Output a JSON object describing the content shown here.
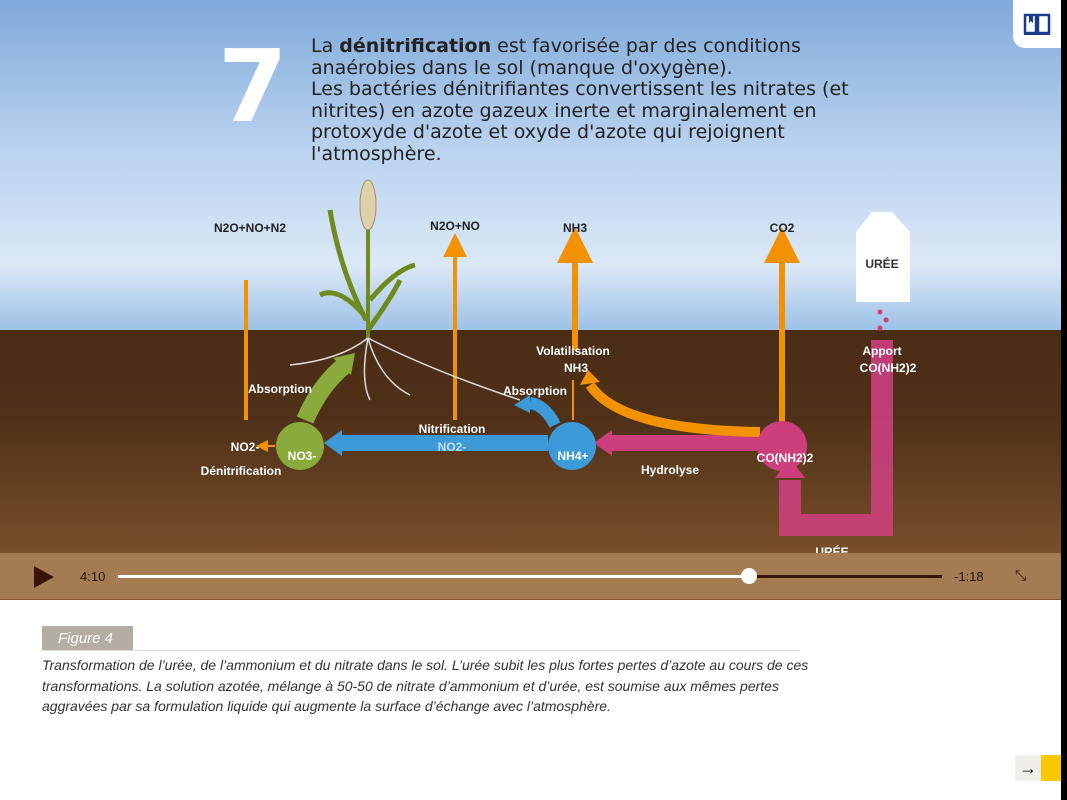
{
  "slide": {
    "number": "7",
    "intro_pre": "La ",
    "intro_bold": "dénitrification",
    "intro_post": " est favorisée par des conditions anaérobies dans le sol (manque d'oxygène).",
    "intro_2": "Les bactéries dénitrifiantes convertissent les nitrates (et nitrites) en azote gazeux inerte et marginalement en protoxyde d'azote et oxyde d'azote qui rejoignent l'atmosphère."
  },
  "diagram": {
    "gas1": "N2O+NO+N2",
    "gas2": "N2O+NO",
    "gas3": "NH3",
    "gas4": "CO2",
    "bag": "URÉE",
    "absorption1": "Absorption",
    "absorption2": "Absorption",
    "volatilisation": "Volatilisation",
    "vol_nh3": "NH3",
    "apport": "Apport",
    "apport_formula": "CO(NH2)2",
    "nitrification": "Nitrification",
    "no2_mid": "NO2-",
    "no2_left": "NO2-",
    "no3": "NO3-",
    "nh4": "NH4+",
    "urea_formula": "CO(NH2)2",
    "hydrolyse": "Hydrolyse",
    "denitrification": "Dénitrification",
    "uree_bottom": "URÉE"
  },
  "player": {
    "elapsed": "4:10",
    "remaining": "-1:18",
    "progress_percent": 76.6
  },
  "figure": {
    "label": "Figure 4",
    "caption": "Transformation de l’urée, de l’ammonium et du nitrate dans le sol. L’urée subit les plus fortes pertes d’azote au cours de ces transformations. La solution azotée, mélange à 50-50 de nitrate d’ammonium et d’urée, est soumise aux mêmes pertes aggravées par sa formulation liquide qui augmente la surface d’échange avec l’atmosphère."
  },
  "colors": {
    "accent": "#fcc800",
    "orange": "#f39200",
    "blue": "#3c9ad8",
    "green": "#8aab3c",
    "pink": "#cc3f7c"
  }
}
